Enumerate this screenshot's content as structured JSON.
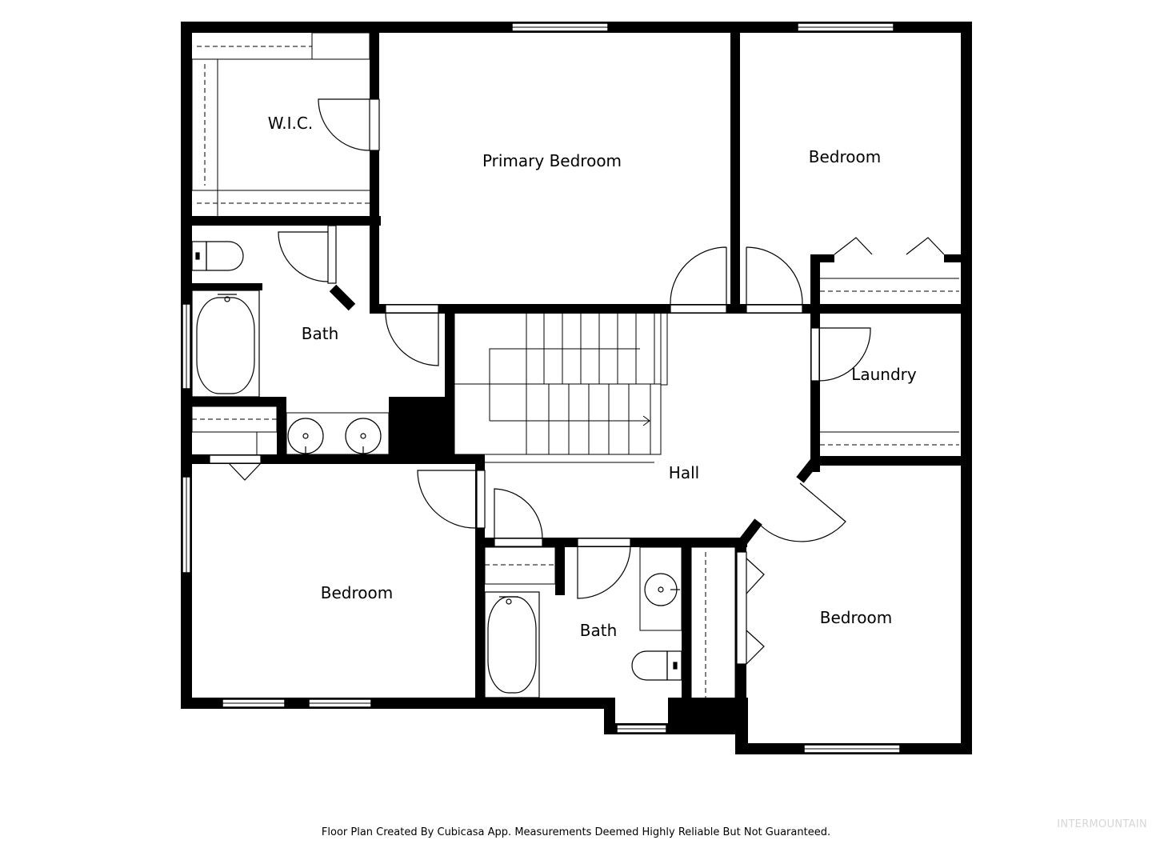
{
  "rooms": {
    "wic": "W.I.C.",
    "primary_bedroom": "Primary Bedroom",
    "bedroom_ne": "Bedroom",
    "bath_top": "Bath",
    "laundry": "Laundry",
    "hall": "Hall",
    "bedroom_sw": "Bedroom",
    "bath_bottom": "Bath",
    "bedroom_se": "Bedroom"
  },
  "caption": "Floor Plan Created By Cubicasa App. Measurements Deemed Highly Reliable But Not Guaranteed.",
  "watermark": "INTERMOUNTAIN",
  "colors": {
    "wall": "#000000",
    "line": "#000000",
    "background": "#ffffff",
    "watermark": "#d6d6d6"
  }
}
